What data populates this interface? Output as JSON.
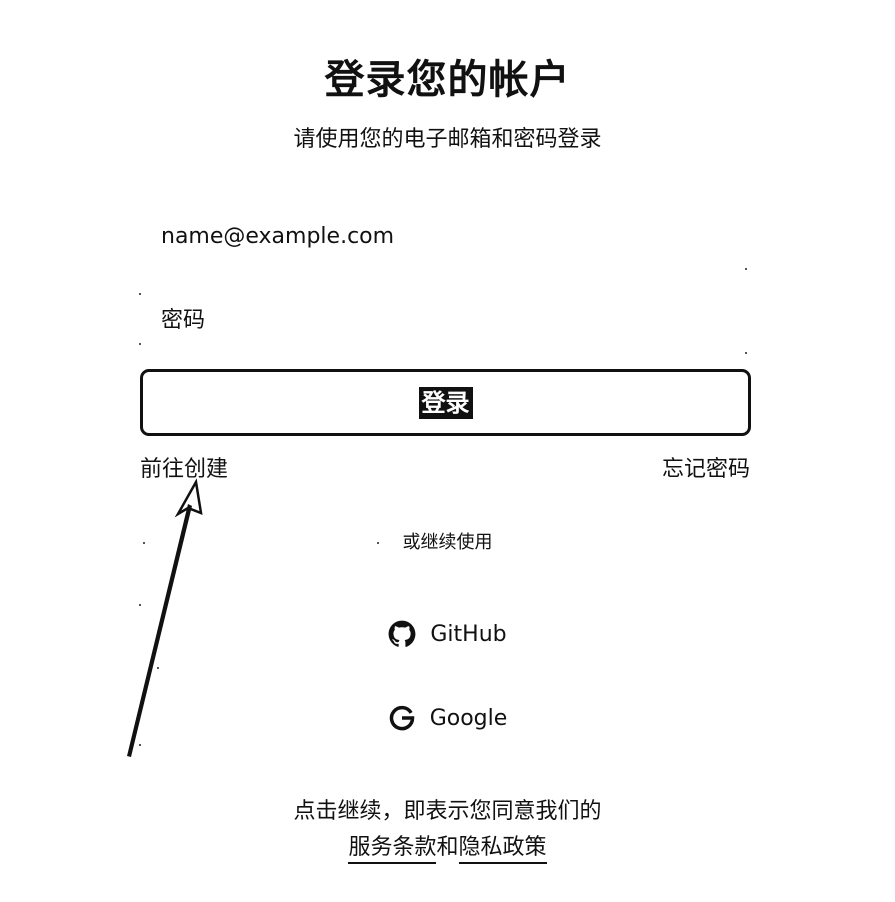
{
  "header": {
    "title": "登录您的帐户",
    "subtitle": "请使用您的电子邮箱和密码登录"
  },
  "form": {
    "email_placeholder": "name@example.com",
    "password_placeholder": "密码",
    "login_label": "登录"
  },
  "links": {
    "create_account": "前往创建",
    "forgot_password": "忘记密码"
  },
  "divider": {
    "text": "或继续使用"
  },
  "oauth": {
    "github": {
      "label": "GitHub",
      "icon": "github-icon"
    },
    "google": {
      "label": "Google",
      "icon": "google-icon"
    }
  },
  "footer": {
    "terms_prefix": "点击继续，即表示您同意我们的",
    "terms_of_service": "服务条款",
    "conjunction": "和",
    "privacy_policy": "隐私政策"
  },
  "colors": {
    "text": "#111111",
    "background": "#ffffff"
  }
}
